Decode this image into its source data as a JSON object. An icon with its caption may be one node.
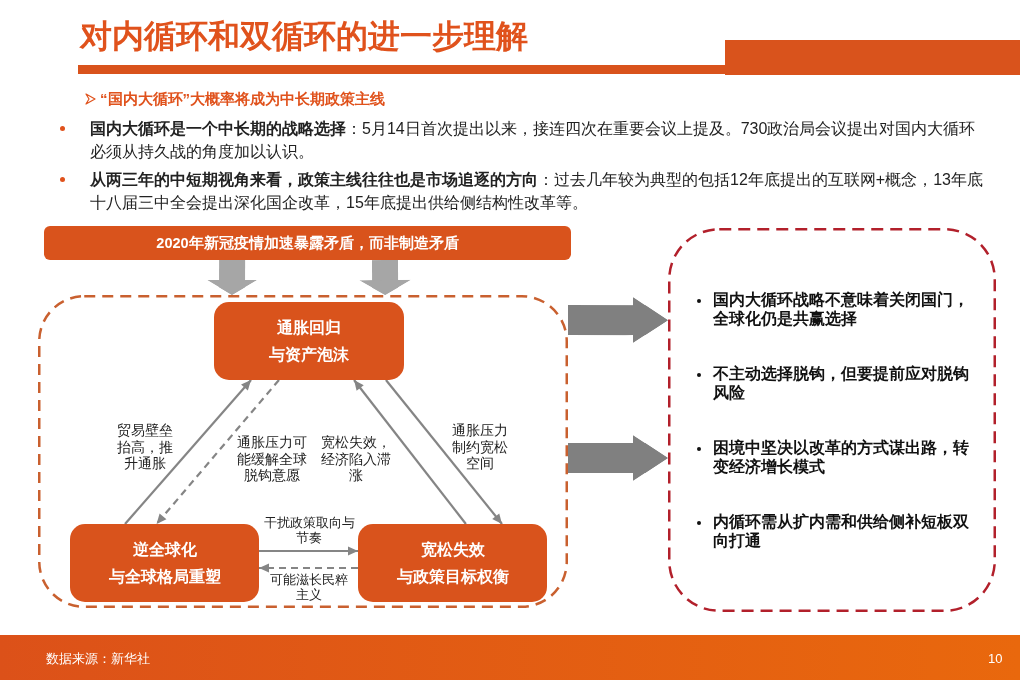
{
  "diagram": {
    "title": "对内循环和双循环的进一步理解",
    "nodes": [
      {
        "text": [
          "2020年新冠疫情加速暴露矛盾，而非制造矛盾"
        ]
      },
      {
        "text": [],
        "shape": "box"
      },
      {
        "text": [
          "通胀回归",
          "与资产泡沫"
        ],
        "in": 1
      },
      {
        "text": [
          "逆全球化",
          "与全球格局重塑"
        ],
        "in": 1
      },
      {
        "text": [
          "宽松失效",
          "与政策目标权衡"
        ],
        "in": 1
      },
      {
        "text": [
          "国内大循环战略不意味着关闭国门，全球化仍是共赢选择",
          "不主动选择脱钩，但要提前应对脱钩风险",
          "困境中坚决以改革的方式谋出路，转变经济增长模式",
          "内循环需从扩内需和供给侧补短板双向打通"
        ]
      }
    ],
    "edges": [
      {
        "from": 0,
        "to": 1,
        "arrow": "to",
        "style": "thick",
        "color": "#a6a6a6"
      },
      {
        "from": 0,
        "to": 1,
        "arrow": "to",
        "style": "thick",
        "color": "#a6a6a6"
      },
      {
        "from": 1,
        "to": 5,
        "arrow": "to",
        "style": "thick"
      },
      {
        "from": 1,
        "to": 5,
        "arrow": "to",
        "style": "thick"
      },
      {
        "from": 3,
        "to": 2,
        "arrow": "to",
        "label": "贸易壁垒抬高，推升通胀"
      },
      {
        "from": 2,
        "to": 3,
        "arrow": "to",
        "style": "dashed",
        "label": "通胀压力可能缓解全球脱钩意愿"
      },
      {
        "from": 4,
        "to": 2,
        "arrow": "to",
        "label": "宽松失效，经济陷入滞涨"
      },
      {
        "from": 2,
        "to": 4,
        "arrow": "to",
        "label": "通胀压力制约宽松空间"
      },
      {
        "from": 3,
        "to": 4,
        "arrow": "to",
        "label": "干扰政策取向与节奏"
      },
      {
        "from": 4,
        "to": 3,
        "arrow": "to",
        "style": "dashed",
        "label": "可能滋长民粹主义"
      }
    ],
    "labels": [
      "“国内大循环”大概率将成为中长期政策主线",
      "**国内大循环是一个中长期的战略选择**：5月14日首次提出以来，接连四次在重要会议上提及。730政治局会议提出对国内大循环必须从持久战的角度加以认识。",
      "**从两三年的中短期视角来看，政策主线往往也是市场追逐的方向**：过去几年较为典型的包括12年底提出的互联网+概念，13年底十八届三中全会提出深化国企改革，15年底提出供给侧结构性改革等。",
      "数据来源：新华社",
      "10"
    ]
  }
}
